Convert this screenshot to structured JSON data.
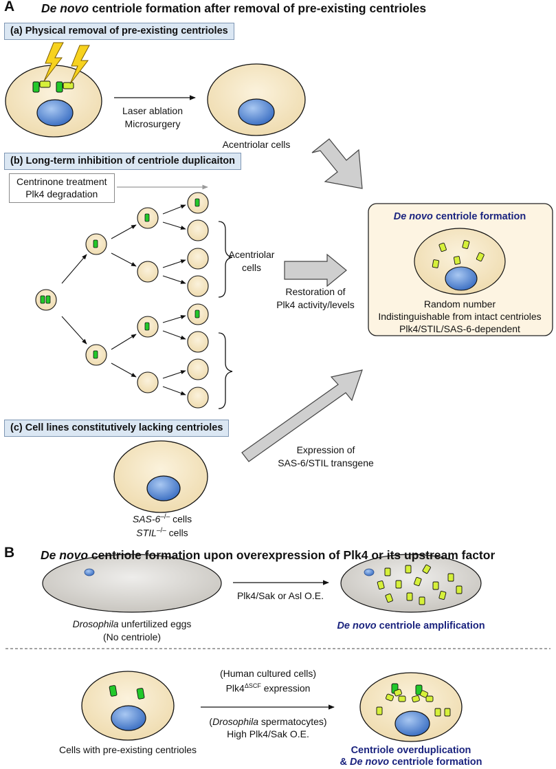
{
  "panel_a": {
    "letter": "A",
    "title_italic": "De novo",
    "title_rest": " centriole formation after removal of pre-existing centrioles",
    "box_a": "(a) Physical removal of pre-existing centrioles",
    "arrow_a_label_1": "Laser ablation",
    "arrow_a_label_2": "Microsurgery",
    "acentriolar_cells_top": "Acentriolar cells",
    "box_b": "(b) Long-term inhibition of centriole duplicaiton",
    "treatment_1": "Centrinone treatment",
    "treatment_2": "Plk4 degradation",
    "acentriolar_1": "Acentriolar",
    "acentriolar_2": "cells",
    "restoration_1": "Restoration of",
    "restoration_2": "Plk4 activity/levels",
    "result_title_italic": "De novo",
    "result_title_rest": " centriole formation",
    "result_line_1": "Random number",
    "result_line_2": "Indistinguishable from intact centrioles",
    "result_line_3": "Plk4/STIL/SAS-6-dependent",
    "box_c": "(c) Cell lines constitutively lacking centrioles",
    "expression_1": "Expression of",
    "expression_2": "SAS-6/STIL transgene",
    "sas6_gene": "SAS-6",
    "sas6_sup": "–/–",
    "sas6_rest": " cells",
    "stil_gene": "STIL",
    "stil_sup": "–/–",
    "stil_rest": " cells"
  },
  "panel_b": {
    "letter": "B",
    "title_italic": "De novo",
    "title_rest": " centriole formation upon overexpression of Plk4 or its upstream factor",
    "egg_arrow_label": "Plk4/Sak or Asl O.E.",
    "egg_caption_italic": "Drosophila",
    "egg_caption_rest": " unfertilized eggs",
    "egg_caption_2": "(No centriole)",
    "amp_italic": "De novo",
    "amp_rest": " centriole amplification",
    "human_label": "(Human cultured cells)",
    "plk4_prefix": "Plk4",
    "plk4_sup": "ΔSCF",
    "plk4_rest": " expression",
    "dros_open": "(",
    "dros_italic": "Drosophila",
    "dros_rest": " spermatocytes)",
    "high_label": "High Plk4/Sak O.E.",
    "cells_caption": "Cells with pre-existing centrioles",
    "over_line_1": "Centriole overduplication",
    "over_line_2_prefix": "& ",
    "over_line_2_italic": "De novo",
    "over_line_2_rest": " centriole formation"
  },
  "colors": {
    "cell_fill": "#f7e8c6",
    "nucleus": "#5b8fd8",
    "centriole_green": "#22c82a",
    "centriole_lime": "#d6f03a",
    "box_fill": "#dbe7f3",
    "egg_fill": "#d8d6d2",
    "result_fill": "#fdf4e2",
    "title_blue": "#1a237e"
  },
  "icons": [
    "lightning-icon",
    "lightning-icon"
  ]
}
